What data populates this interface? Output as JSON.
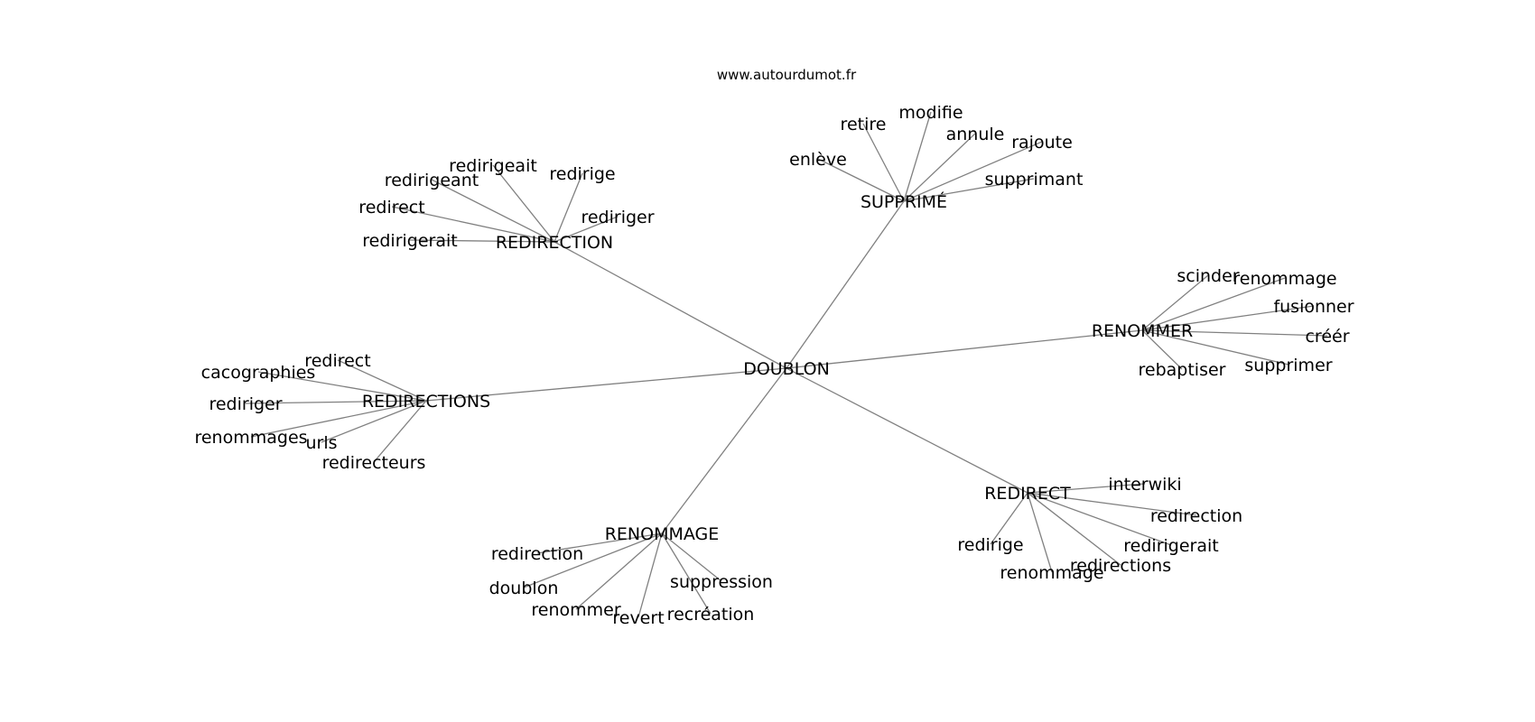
{
  "site": "www.autourdumot.fr",
  "colors": {
    "edge": "#808080",
    "text": "#000000",
    "background": "#ffffff"
  },
  "graph": {
    "center": "DOUBLON",
    "clusters": [
      {
        "label": "SUPPRIMÉ",
        "words": [
          "enlève",
          "retire",
          "modifie",
          "annule",
          "rajoute",
          "supprimant"
        ]
      },
      {
        "label": "REDIRECTION",
        "words": [
          "redirigeait",
          "redirigeant",
          "redirige",
          "redirect",
          "rediriger",
          "redirigerait"
        ]
      },
      {
        "label": "RENOMMER",
        "words": [
          "scinder",
          "renommage",
          "fusionner",
          "créér",
          "supprimer",
          "rebaptiser"
        ]
      },
      {
        "label": "REDIRECTIONS",
        "words": [
          "redirect",
          "cacographies",
          "rediriger",
          "renommages",
          "urls",
          "redirecteurs"
        ]
      },
      {
        "label": "REDIRECT",
        "words": [
          "interwiki",
          "redirection",
          "redirigerait",
          "redirections",
          "renommage",
          "redirige"
        ]
      },
      {
        "label": "RENOMMAGE",
        "words": [
          "redirection",
          "doublon",
          "renommer",
          "revert",
          "recréation",
          "suppression"
        ]
      }
    ]
  }
}
